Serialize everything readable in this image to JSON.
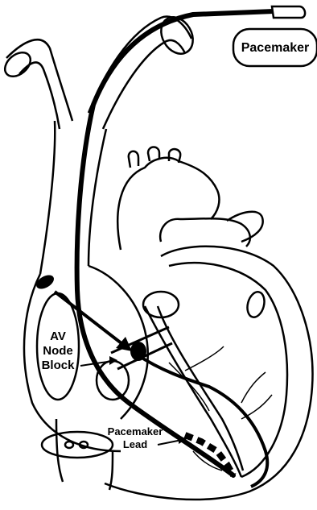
{
  "labels": {
    "pacemaker": "Pacemaker",
    "av_line1": "AV",
    "av_line2": "Node",
    "av_line3": "Block",
    "lead_line1": "Pacemaker",
    "lead_line2": "Lead"
  },
  "colors": {
    "ink": "#000000",
    "paper": "#ffffff"
  }
}
